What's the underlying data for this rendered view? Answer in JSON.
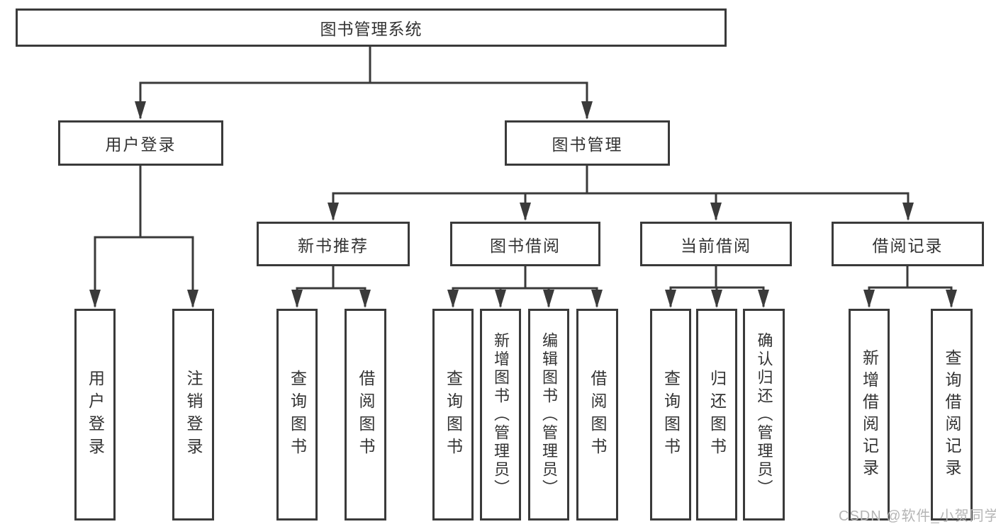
{
  "diagram": {
    "type": "hierarchy-tree",
    "title": "图书管理系统",
    "tree": {
      "label": "图书管理系统",
      "children": [
        {
          "label": "用户登录",
          "children": [
            {
              "label": "用户登录"
            },
            {
              "label": "注销登录"
            }
          ]
        },
        {
          "label": "图书管理",
          "children": [
            {
              "label": "新书推荐",
              "children": [
                {
                  "label": "查询图书"
                },
                {
                  "label": "借阅图书"
                }
              ]
            },
            {
              "label": "图书借阅",
              "children": [
                {
                  "label": "查询图书"
                },
                {
                  "label": "新增图书（管理员）"
                },
                {
                  "label": "编辑图书（管理员）"
                },
                {
                  "label": "借阅图书"
                }
              ]
            },
            {
              "label": "当前借阅",
              "children": [
                {
                  "label": "查询图书"
                },
                {
                  "label": "归还图书"
                },
                {
                  "label": "确认归还（管理员）"
                }
              ]
            },
            {
              "label": "借阅记录",
              "children": [
                {
                  "label": "新增借阅记录"
                },
                {
                  "label": "查询借阅记录"
                }
              ]
            }
          ]
        }
      ]
    }
  },
  "watermark": {
    "text": "CSDN @软件_小贺同学"
  },
  "colors": {
    "line": "#3a3a3a",
    "box_border": "#3a3a3a",
    "text": "#333333",
    "background": "#ffffff",
    "watermark": "#b5b5b5"
  }
}
